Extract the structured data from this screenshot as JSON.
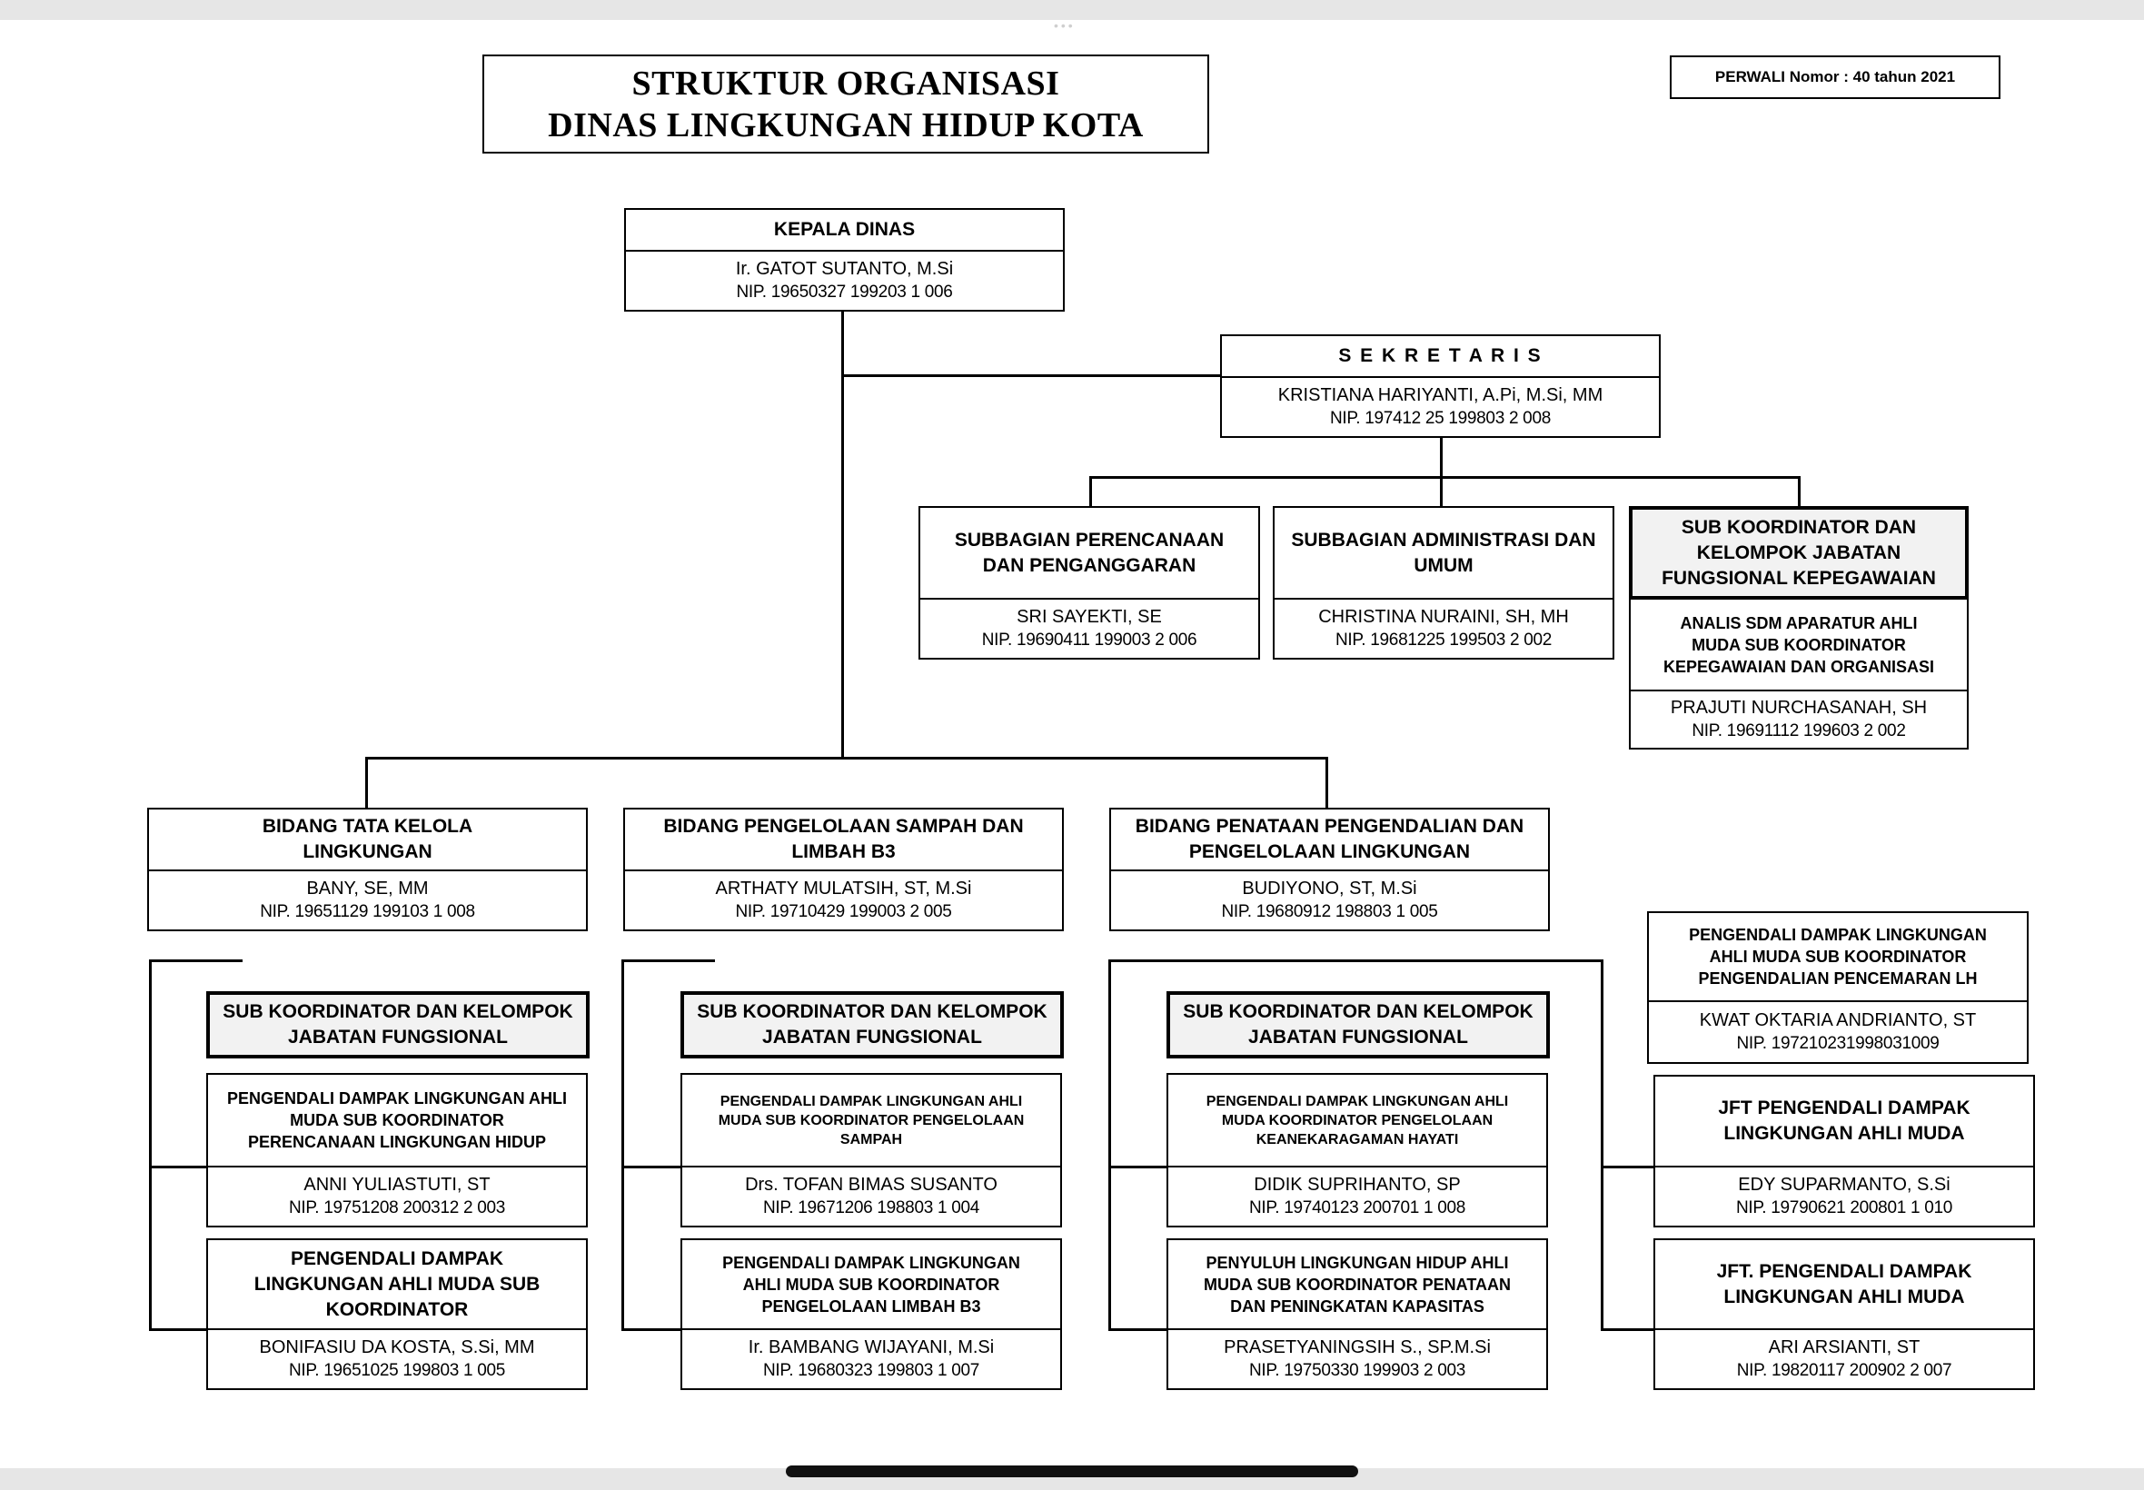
{
  "header": {
    "title_line1": "STRUKTUR ORGANISASI",
    "title_line2": "DINAS LINGKUNGAN HIDUP KOTA",
    "regulation": "PERWALI Nomor : 40 tahun 2021"
  },
  "kepala": {
    "title": "KEPALA DINAS",
    "name": "Ir. GATOT SUTANTO, M.Si",
    "nip": "NIP. 19650327 199203 1 006"
  },
  "sekretaris": {
    "title": "S E K R E T A R I S",
    "name": "KRISTIANA HARIYANTI, A.Pi, M.Si, MM",
    "nip": "NIP. 197412 25 199803 2 008"
  },
  "subbagian": [
    {
      "title": "SUBBAGIAN PERENCANAAN DAN PENGANGGARAN",
      "name": "SRI SAYEKTI, SE",
      "nip": "NIP. 19690411 199003 2 006"
    },
    {
      "title": "SUBBAGIAN ADMINISTRASI DAN UMUM",
      "name": "CHRISTINA NURAINI, SH, MH",
      "nip": "NIP. 19681225 199503 2 002"
    }
  ],
  "kepegawaian": {
    "group": "SUB KOORDINATOR DAN KELOMPOK JABATAN FUNGSIONAL KEPEGAWAIAN",
    "title": "ANALIS SDM APARATUR AHLI MUDA SUB KOORDINATOR KEPEGAWAIAN DAN ORGANISASI",
    "name": "PRAJUTI NURCHASANAH, SH",
    "nip": "NIP. 19691112 199603 2 002"
  },
  "bidang": [
    {
      "title": "BIDANG TATA KELOLA LINGKUNGAN",
      "name": "BANY, SE, MM",
      "nip": "NIP. 19651129 199103 1 008"
    },
    {
      "title": "BIDANG PENGELOLAAN SAMPAH DAN LIMBAH B3",
      "name": "ARTHATY MULATSIH, ST, M.Si",
      "nip": "NIP. 19710429 199003 2 005"
    },
    {
      "title": "BIDANG PENATAAN PENGENDALIAN DAN PENGELOLAAN LINGKUNGAN",
      "name": "BUDIYONO, ST, M.Si",
      "nip": "NIP. 19680912 198803 1 005"
    }
  ],
  "subkoor_label": "SUB KOORDINATOR DAN KELOMPOK JABATAN FUNGSIONAL",
  "units": [
    {
      "title": "PENGENDALI DAMPAK LINGKUNGAN AHLI MUDA SUB KOORDINATOR PERENCANAAN LINGKUNGAN HIDUP",
      "name": "ANNI YULIASTUTI, ST",
      "nip": "NIP. 19751208 200312 2 003"
    },
    {
      "title": "PENGENDALI DAMPAK LINGKUNGAN AHLI MUDA SUB KOORDINATOR",
      "name": "BONIFASIU DA KOSTA, S.Si, MM",
      "nip": "NIP. 19651025 199803 1 005"
    },
    {
      "title": "PENGENDALI DAMPAK LINGKUNGAN AHLI MUDA SUB KOORDINATOR PENGELOLAAN SAMPAH",
      "name": "Drs. TOFAN BIMAS SUSANTO",
      "nip": "NIP. 19671206 198803 1 004"
    },
    {
      "title": "PENGENDALI DAMPAK LINGKUNGAN AHLI MUDA SUB KOORDINATOR PENGELOLAAN LIMBAH B3",
      "name": "Ir. BAMBANG WIJAYANI, M.Si",
      "nip": "NIP. 19680323 199803 1 007"
    },
    {
      "title": "PENGENDALI DAMPAK LINGKUNGAN AHLI MUDA KOORDINATOR PENGELOLAAN KEANEKARAGAMAN HAYATI",
      "name": "DIDIK SUPRIHANTO, SP",
      "nip": "NIP. 19740123 200701 1 008"
    },
    {
      "title": "PENYULUH LINGKUNGAN HIDUP AHLI MUDA SUB KOORDINATOR PENATAAN DAN PENINGKATAN KAPASITAS",
      "name": "PRASETYANINGSIH S., SP.M.Si",
      "nip": "NIP. 19750330 199903 2 003"
    },
    {
      "title": "PENGENDALI DAMPAK LINGKUNGAN AHLI MUDA SUB KOORDINATOR PENGENDALIAN PENCEMARAN LH",
      "name": "KWAT OKTARIA ANDRIANTO, ST",
      "nip": "NIP. 197210231998031009"
    },
    {
      "title": "JFT PENGENDALI DAMPAK LINGKUNGAN AHLI MUDA",
      "name": "EDY SUPARMANTO, S.Si",
      "nip": "NIP. 19790621 200801 1 010"
    },
    {
      "title": "JFT. PENGENDALI DAMPAK LINGKUNGAN AHLI MUDA",
      "name": "ARI ARSIANTI, ST",
      "nip": "NIP. 19820117 200902 2 007"
    }
  ]
}
